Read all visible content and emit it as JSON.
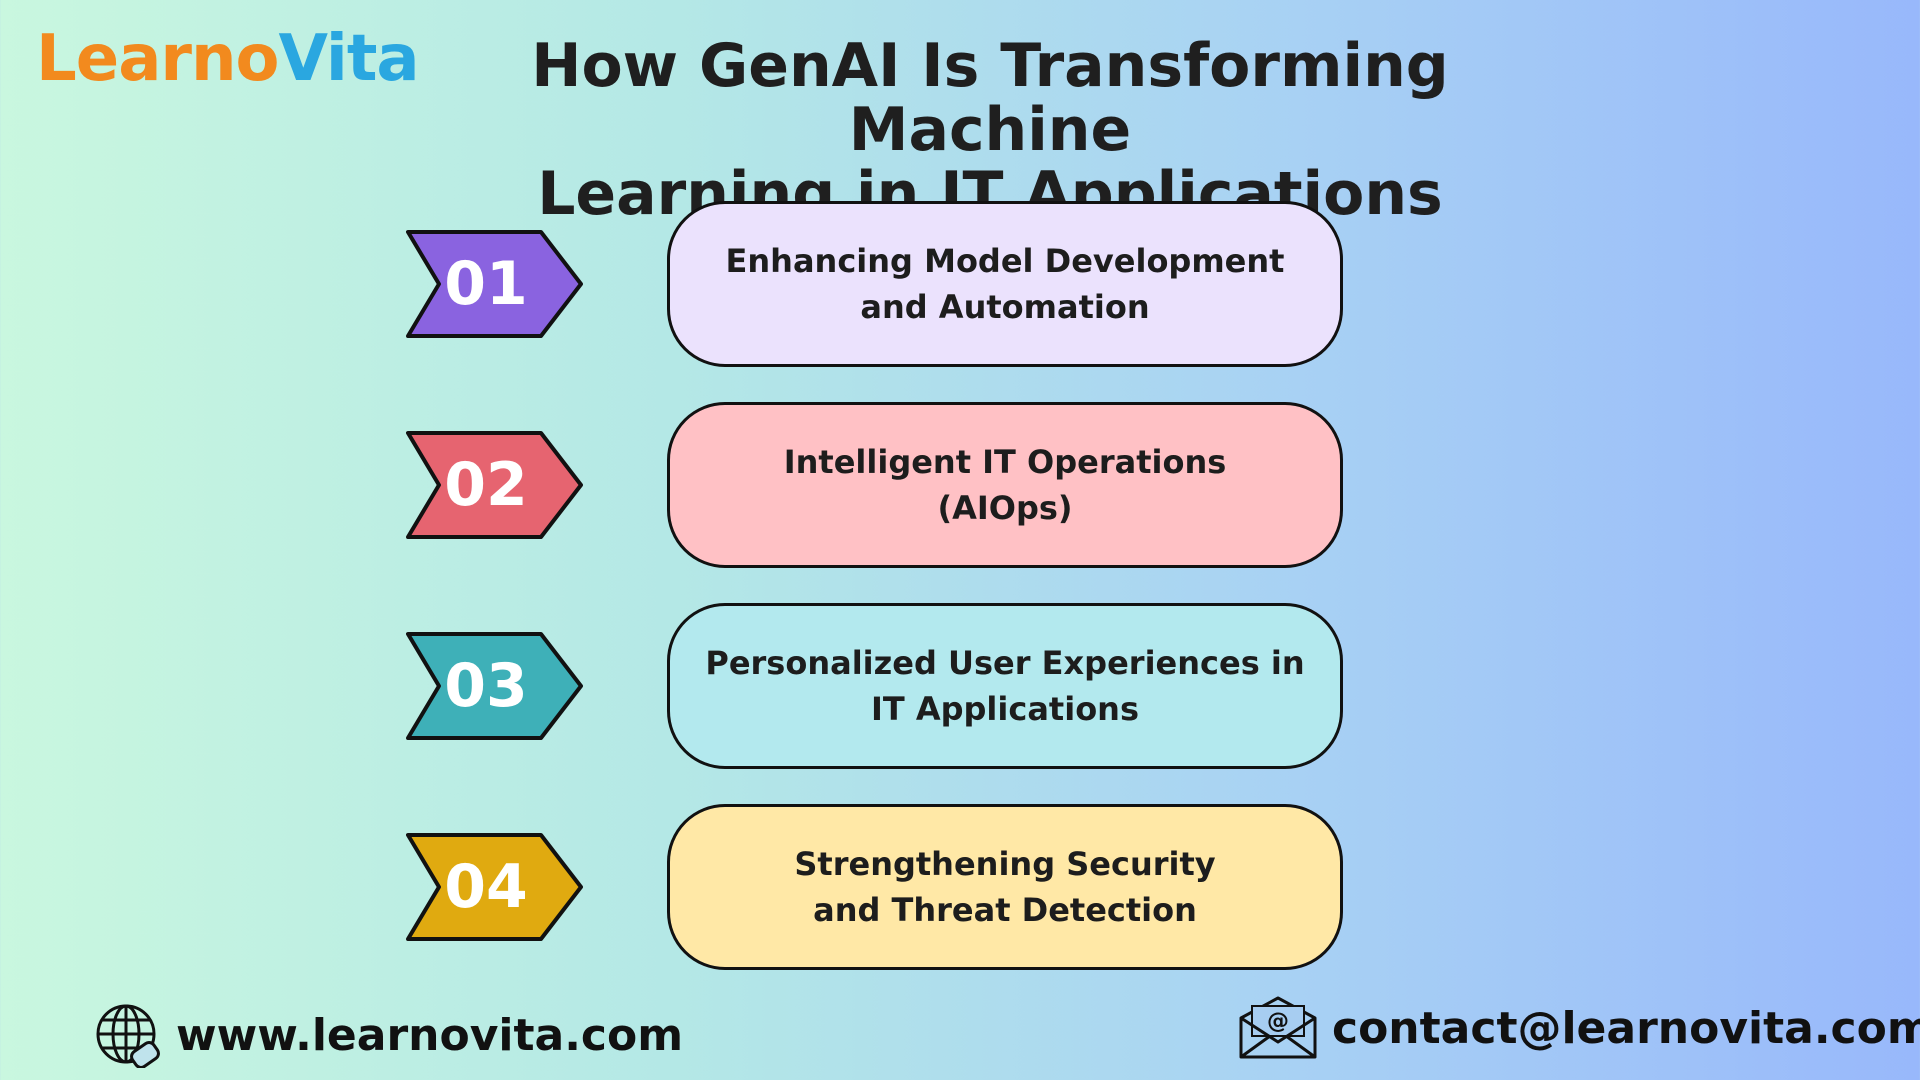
{
  "logo": {
    "part1": "Learno",
    "part2": "Vita"
  },
  "title": {
    "line1": "How GenAI Is Transforming Machine",
    "line2": "Learning in IT Applications"
  },
  "items": [
    {
      "number": "01",
      "line1": "Enhancing Model Development",
      "line2": "and Automation",
      "badge_color": "#8a63e0",
      "card_color": "#ebe2fd"
    },
    {
      "number": "02",
      "line1": "Intelligent IT Operations",
      "line2": "(AIOps)",
      "badge_color": "#e66470",
      "card_color": "#ffc1c5"
    },
    {
      "number": "03",
      "line1": "Personalized User Experiences in",
      "line2": "IT Applications",
      "badge_color": "#3eb0b8",
      "card_color": "#b3e9ee"
    },
    {
      "number": "04",
      "line1": "Strengthening Security",
      "line2": "and Threat Detection",
      "badge_color": "#e0aa10",
      "card_color": "#ffe8a6"
    }
  ],
  "footer": {
    "website": "www.learnovita.com",
    "email": "contact@learnovita.com",
    "website_icon": "globe-link-icon",
    "email_icon": "envelope-at-icon"
  }
}
